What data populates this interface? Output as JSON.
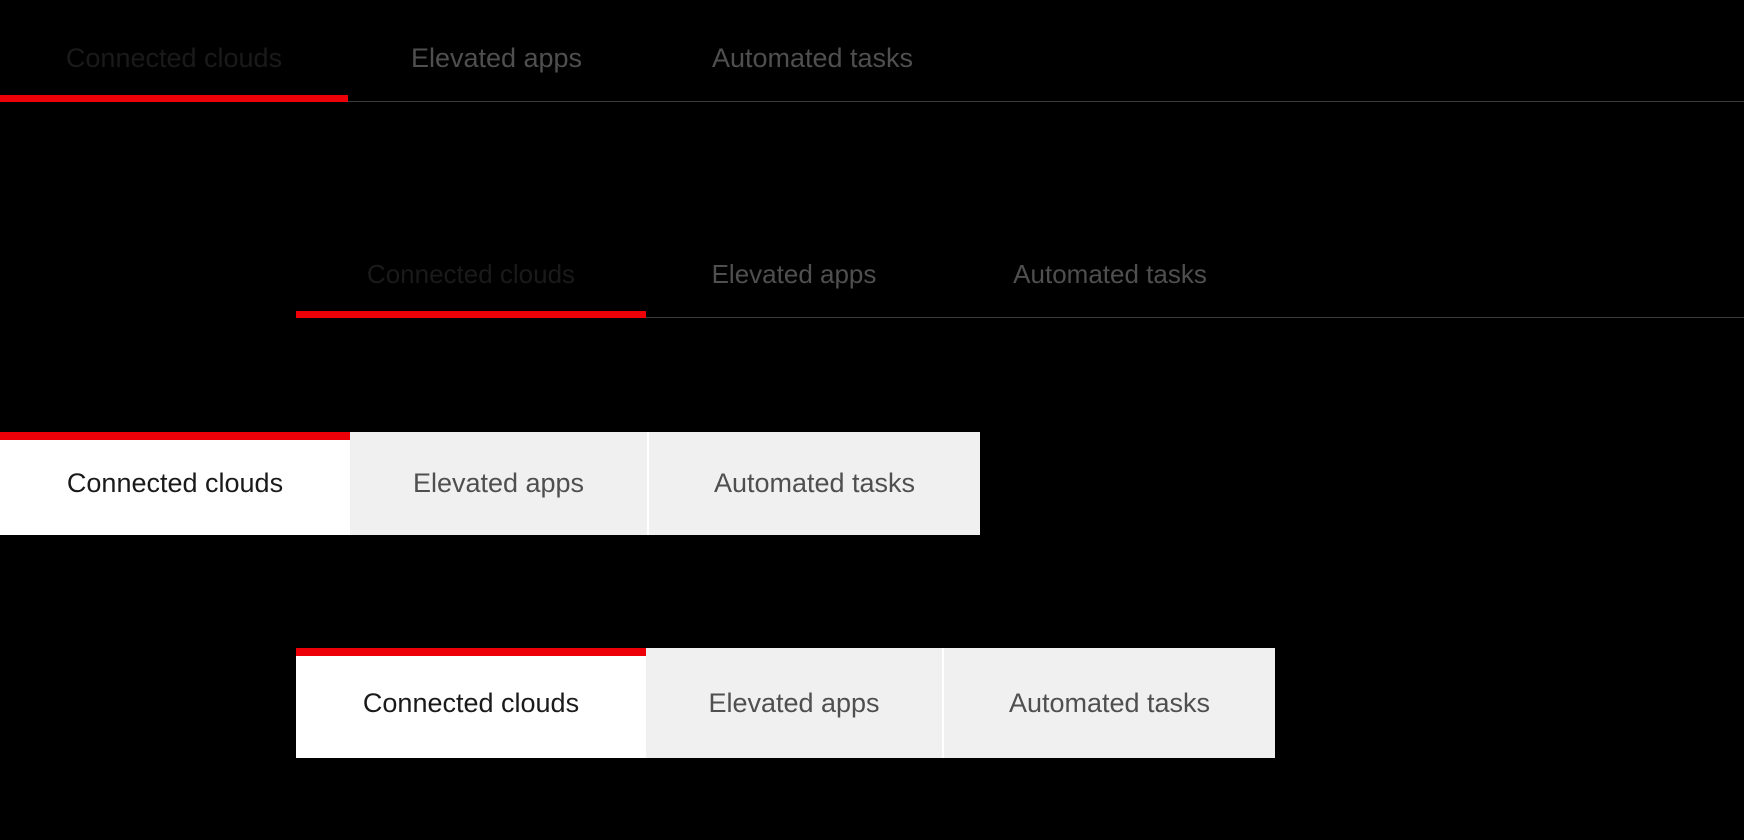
{
  "colors": {
    "page_background": "#000000",
    "active_indicator": "#ed0007",
    "active_tab_surface": "#ffffff",
    "inactive_tab_surface": "#f0f0f0",
    "active_label": "#1a1a1a",
    "inactive_label": "#4f4f4f",
    "divider_rule": "#3d3d3d"
  },
  "tab_groups": [
    {
      "id": "underline-sm",
      "style": "underline",
      "active_index": 0,
      "tabs": [
        {
          "label": "Connected clouds",
          "state": "active"
        },
        {
          "label": "Elevated apps",
          "state": "inactive"
        },
        {
          "label": "Automated tasks",
          "state": "inactive"
        }
      ]
    },
    {
      "id": "underline-lg",
      "style": "underline",
      "active_index": 0,
      "tabs": [
        {
          "label": "Connected clouds",
          "state": "active"
        },
        {
          "label": "Elevated apps",
          "state": "inactive"
        },
        {
          "label": "Automated tasks",
          "state": "inactive"
        }
      ]
    },
    {
      "id": "card-sm",
      "style": "card",
      "active_index": 0,
      "tabs": [
        {
          "label": "Connected clouds",
          "state": "active"
        },
        {
          "label": "Elevated apps",
          "state": "inactive"
        },
        {
          "label": "Automated tasks",
          "state": "inactive"
        }
      ]
    },
    {
      "id": "card-lg",
      "style": "card",
      "active_index": 0,
      "tabs": [
        {
          "label": "Connected clouds",
          "state": "active"
        },
        {
          "label": "Elevated apps",
          "state": "inactive"
        },
        {
          "label": "Automated tasks",
          "state": "inactive"
        }
      ]
    }
  ]
}
